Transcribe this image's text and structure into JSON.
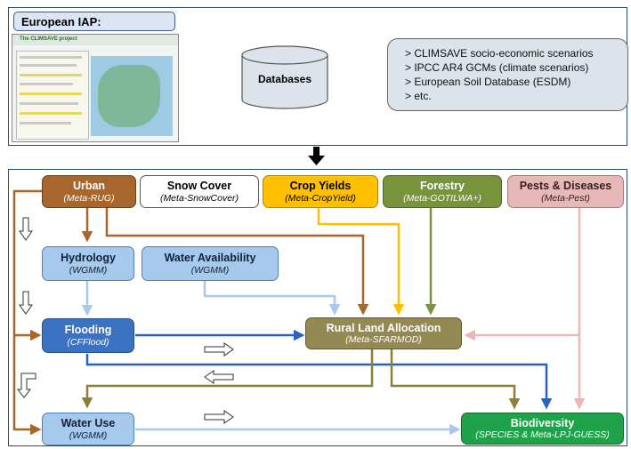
{
  "iap": {
    "title": "European IAP:",
    "screenshot_title": "The CLIMSAVE project"
  },
  "databases": {
    "label": "Databases"
  },
  "scenarios": {
    "items": [
      "> CLIMSAVE socio-economic scenarios",
      "> IPCC AR4 GCMs (climate scenarios)",
      "> European Soil Database (ESDM)",
      "> etc."
    ]
  },
  "models": {
    "urban": {
      "title": "Urban",
      "model": "Meta-RUG"
    },
    "snow": {
      "title": "Snow Cover",
      "model": "Meta-SnowCover"
    },
    "crop": {
      "title": "Crop Yields",
      "model": "Meta-CropYield"
    },
    "forestry": {
      "title": "Forestry",
      "model": "Meta-GOTILWA+"
    },
    "pests": {
      "title": "Pests & Diseases",
      "model": "Meta-Pest"
    },
    "hydrology": {
      "title": "Hydrology",
      "model": "WGMM"
    },
    "water_availability": {
      "title": "Water Availability",
      "model": "WGMM"
    },
    "flooding": {
      "title": "Flooding",
      "model": "CFFlood"
    },
    "rural": {
      "title": "Rural Land Allocation",
      "model": "Meta-SFARMOD"
    },
    "water_use": {
      "title": "Water Use",
      "model": "WGMM"
    },
    "biodiversity": {
      "title": "Biodiversity",
      "model": "SPECIES & Meta-LPJ-GUESS"
    }
  },
  "colors": {
    "frame": "#2b4a7c",
    "urban_arrow": "#a6662c",
    "crop_arrow": "#ffc000",
    "forestry_arrow": "#77943c",
    "pests_arrow": "#e6b9b8",
    "water_arrow": "#a6c9ec",
    "flood_arrow": "#2a62c0",
    "rural_arrow": "#8c7f3a"
  }
}
